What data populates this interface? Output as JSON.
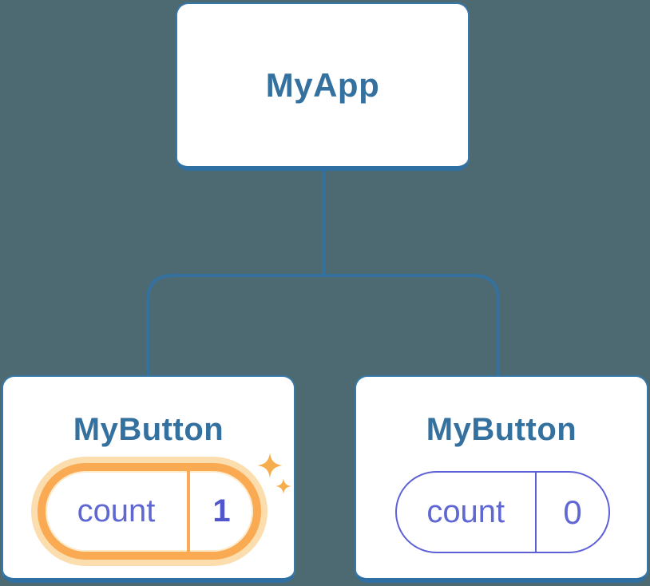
{
  "colors": {
    "background": "#4D6A73",
    "card_background": "#FFFFFF",
    "card_border": "#3273A3",
    "component_label_text": "#35719F",
    "connector_line": "#35719F",
    "state_text_indigo": "#5F67D3",
    "state_value_highlight_text": "#5156CC",
    "state_pill_border_indigo": "#5E61D6",
    "highlight_ring_orange": "#F9AA52",
    "highlight_glow": "#FBDDAE",
    "sparkle_orange": "#F6AD4D"
  },
  "tree": {
    "root": {
      "label": "MyApp"
    },
    "children": [
      {
        "label": "MyButton",
        "state_key": "count",
        "state_value": "1",
        "highlighted": true
      },
      {
        "label": "MyButton",
        "state_key": "count",
        "state_value": "0",
        "highlighted": false
      }
    ]
  }
}
